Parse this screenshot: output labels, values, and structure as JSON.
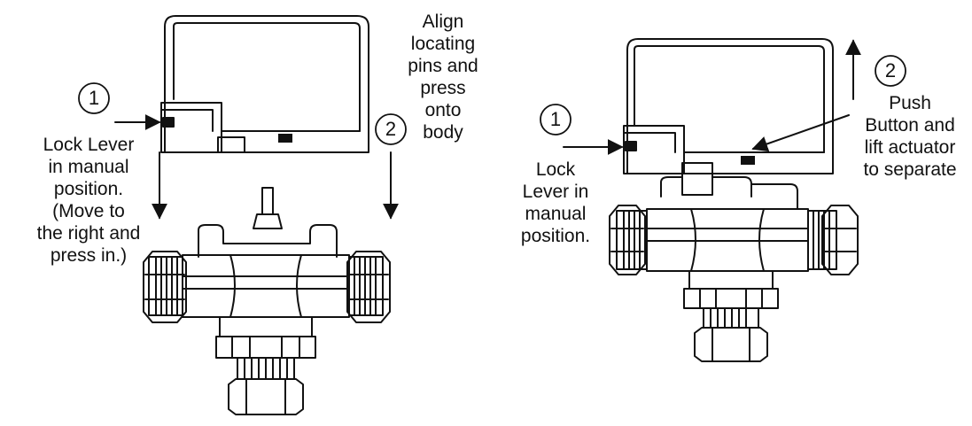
{
  "install": {
    "step1": {
      "number": "1",
      "lines": [
        "Lock Lever",
        "in manual",
        "position.",
        "(Move to",
        "the right and",
        "press in.)"
      ]
    },
    "step2": {
      "number": "2",
      "lines": [
        "Align",
        "locating",
        "pins and",
        "press",
        "onto",
        "body"
      ]
    }
  },
  "remove": {
    "step1": {
      "number": "1",
      "lines": [
        "Lock",
        "Lever in",
        "manual",
        "position."
      ]
    },
    "step2": {
      "number": "2",
      "lines": [
        "Push",
        "Button and",
        "lift actuator",
        "to separate"
      ]
    }
  }
}
